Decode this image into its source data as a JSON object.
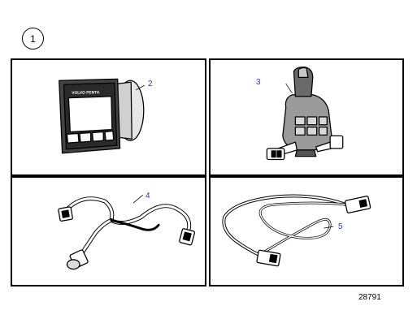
{
  "sheet_number": "1",
  "reference_number": "28791",
  "panels": [
    {
      "item": "2",
      "part": "display-unit",
      "brand_text": "VOLVO PENTA"
    },
    {
      "item": "3",
      "part": "joystick-control"
    },
    {
      "item": "4",
      "part": "y-cable-harness"
    },
    {
      "item": "5",
      "part": "extension-cable"
    }
  ],
  "colors": {
    "line": "#000000",
    "callout": "#1a3fb0"
  }
}
